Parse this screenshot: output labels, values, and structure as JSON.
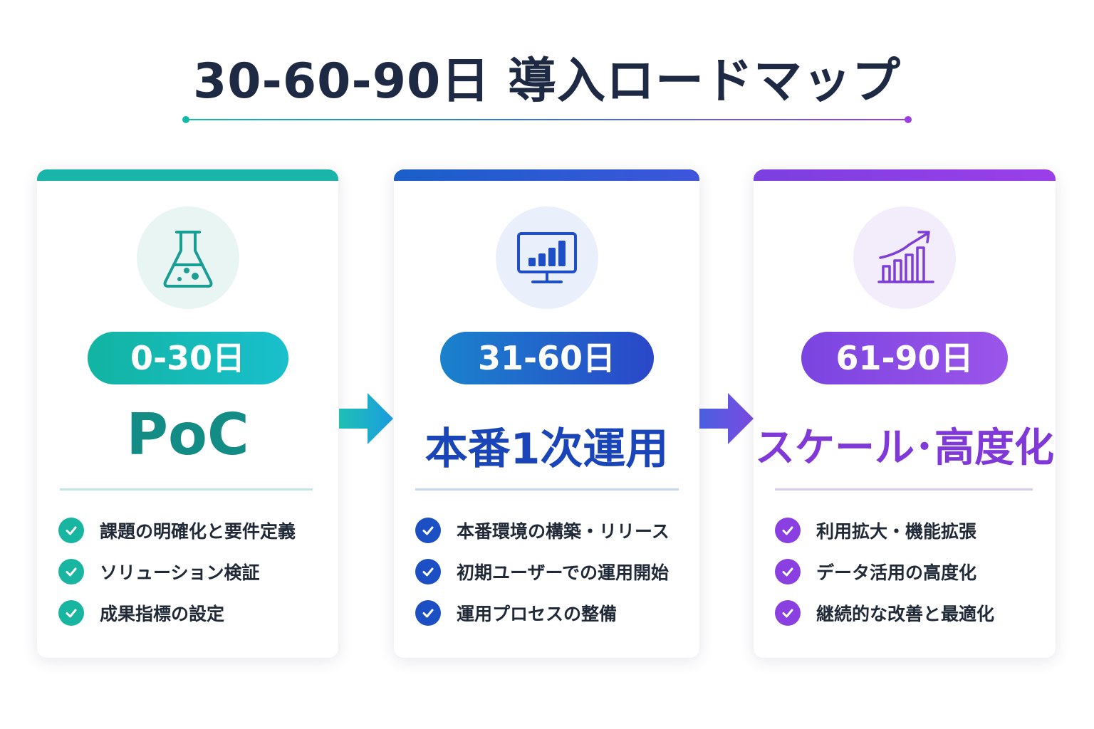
{
  "title": "30-60-90日 導入ロードマップ",
  "colors": {
    "title_text": "#1e2a44",
    "teal": "#16b3a6",
    "blue": "#1d4fc4",
    "purple": "#8a3fe0"
  },
  "phases": [
    {
      "icon": "flask-icon",
      "period": "0-30日",
      "name": "PoC",
      "tasks": [
        "課題の明確化と要件定義",
        "ソリューション検証",
        "成果指標の設定"
      ]
    },
    {
      "icon": "monitor-chart-icon",
      "period": "31-60日",
      "name": "本番1次運用",
      "tasks": [
        "本番環境の構築・リリース",
        "初期ユーザーでの運用開始",
        "運用プロセスの整備"
      ]
    },
    {
      "icon": "growth-chart-icon",
      "period": "61-90日",
      "name": "スケール･高度化",
      "tasks": [
        "利用拡大・機能拡張",
        "データ活用の高度化",
        "継続的な改善と最適化"
      ]
    }
  ]
}
